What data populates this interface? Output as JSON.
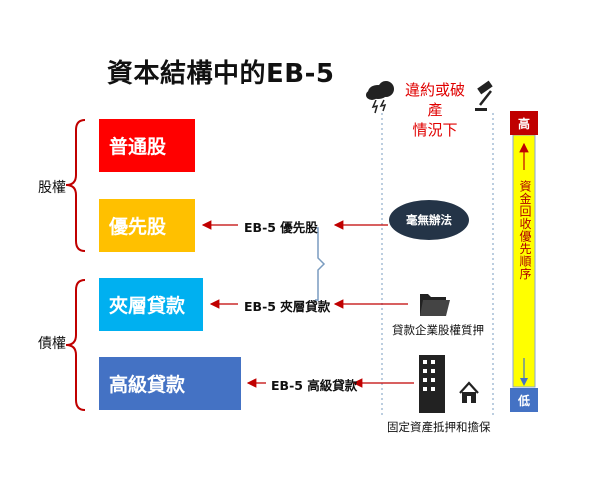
{
  "title": "資本結構中的EB-5",
  "layers": {
    "common": "普通股",
    "preferred": "優先股",
    "mezzanine": "夾層貸款",
    "senior": "高級貸款"
  },
  "groups": {
    "equity": "股權",
    "debt": "債權"
  },
  "eb5_labels": {
    "preferred": "EB-5 優先股",
    "mezzanine": "EB-5 夾層貸款",
    "senior": "EB-5 高級貸款"
  },
  "default_header": "違約或破產\n情況下",
  "collateral": {
    "none": "毫無辦法",
    "pledge": "貸款企業股權質押",
    "mortgage": "固定資產抵押和擔保"
  },
  "scale": {
    "high": "高",
    "low": "低",
    "vertical": "資金回收優先順序"
  },
  "colors": {
    "common": "#ff0000",
    "preferred": "#ffc000",
    "mezzanine": "#00b0f0",
    "senior": "#4472c4",
    "arrow": "#c00000",
    "scale_bar": "#ffff00"
  },
  "icons": [
    "storm-cloud-icon",
    "gavel-icon",
    "folder-icon",
    "building-icon",
    "house-icon"
  ]
}
